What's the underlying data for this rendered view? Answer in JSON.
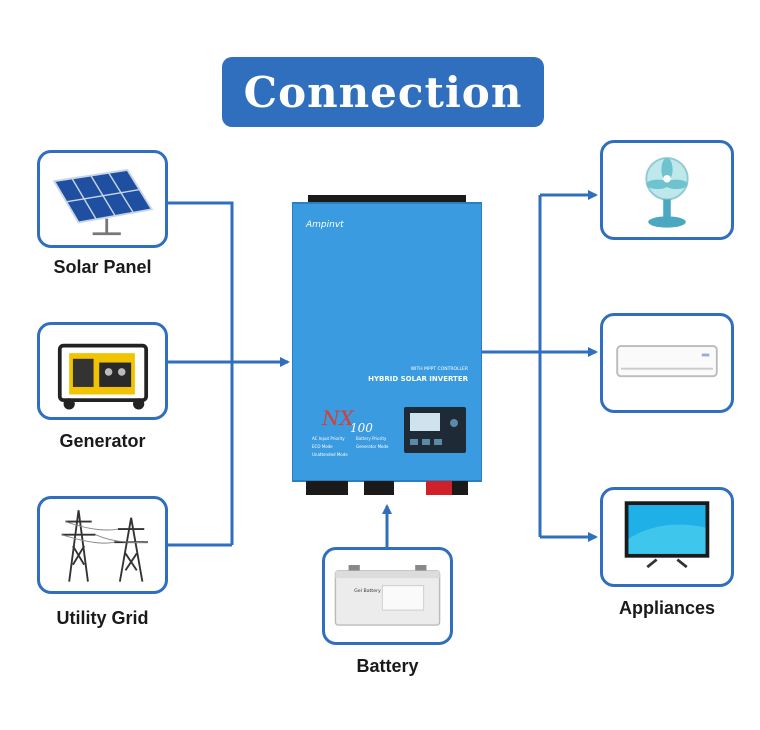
{
  "title": "Connection",
  "sources": [
    {
      "name": "solar-panel",
      "label": "Solar Panel"
    },
    {
      "name": "generator",
      "label": "Generator"
    },
    {
      "name": "utility-grid",
      "label": "Utility Grid"
    }
  ],
  "battery": {
    "label": "Battery",
    "battery_text": "Gel Battery"
  },
  "appliances": {
    "label": "Appliances"
  },
  "inverter": {
    "brand": "Ampinvt",
    "subtitle": "WITH MPPT CONTROLLER",
    "product": "HYBRID SOLAR INVERTER",
    "model": "NX",
    "model_number": "100",
    "modes": [
      "AC Input Priority",
      "Battery Priority",
      "ECO Mode",
      "Generator Mode",
      "Unattended Mode"
    ]
  },
  "colors": {
    "accent": "#2f6fbd",
    "inverter_body": "#3a9be0"
  }
}
